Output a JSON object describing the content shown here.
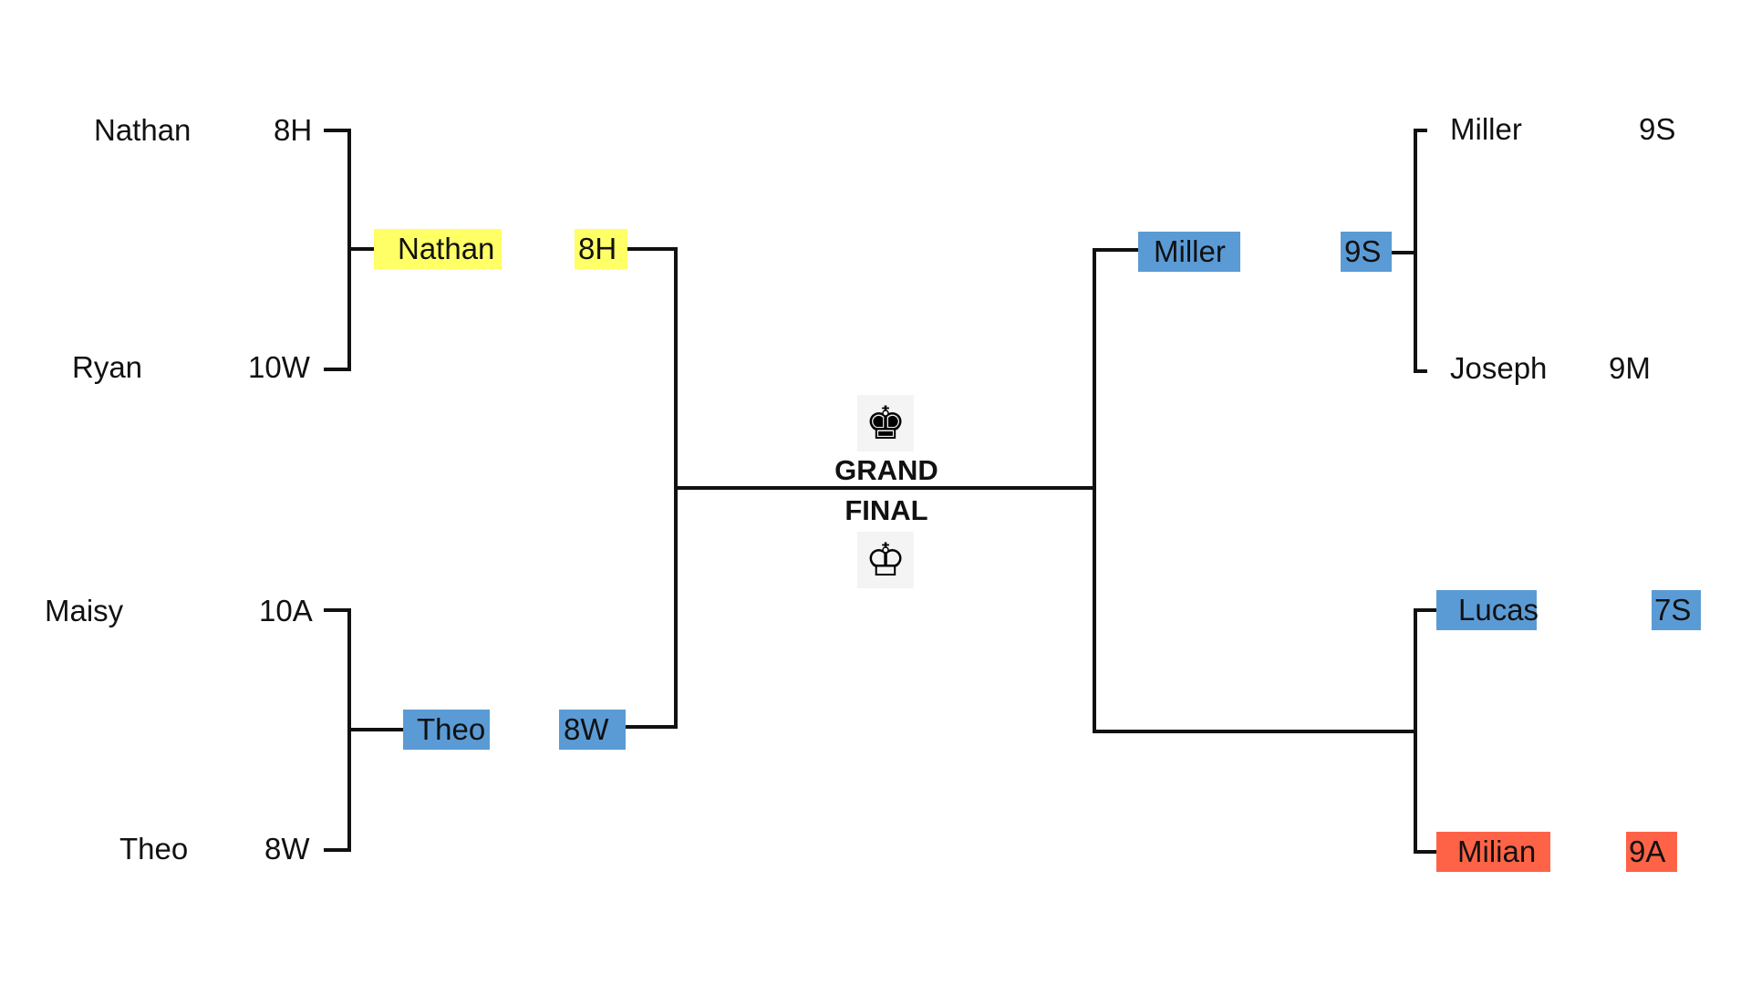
{
  "colors": {
    "yellow": "#ffff66",
    "blue": "#5b9bd5",
    "red": "#ff6347",
    "line": "#111111"
  },
  "left": {
    "round1": [
      {
        "name": "Nathan",
        "form": "8H"
      },
      {
        "name": "Ryan",
        "form": "10W"
      },
      {
        "name": "Maisy",
        "form": "10A"
      },
      {
        "name": "Theo",
        "form": "8W"
      }
    ],
    "semis": [
      {
        "name": "Nathan",
        "form": "8H",
        "color": "yellow"
      },
      {
        "name": "Theo",
        "form": "8W",
        "color": "blue"
      }
    ]
  },
  "right": {
    "round1": [
      {
        "name": "Miller",
        "form": "9S"
      },
      {
        "name": "Joseph",
        "form": "9M"
      },
      {
        "name": "Lucas",
        "form": "7S",
        "color": "blue"
      },
      {
        "name": "Milian",
        "form": "9A",
        "color": "red"
      }
    ],
    "semis": [
      {
        "name": "Miller",
        "form": "9S",
        "color": "blue"
      }
    ]
  },
  "final": {
    "line1": "GRAND",
    "line2": "FINAL",
    "top_icon": "black-chess-king-icon",
    "bottom_icon": "white-chess-king-icon",
    "top_glyph": "♚",
    "bottom_glyph": "♔"
  }
}
